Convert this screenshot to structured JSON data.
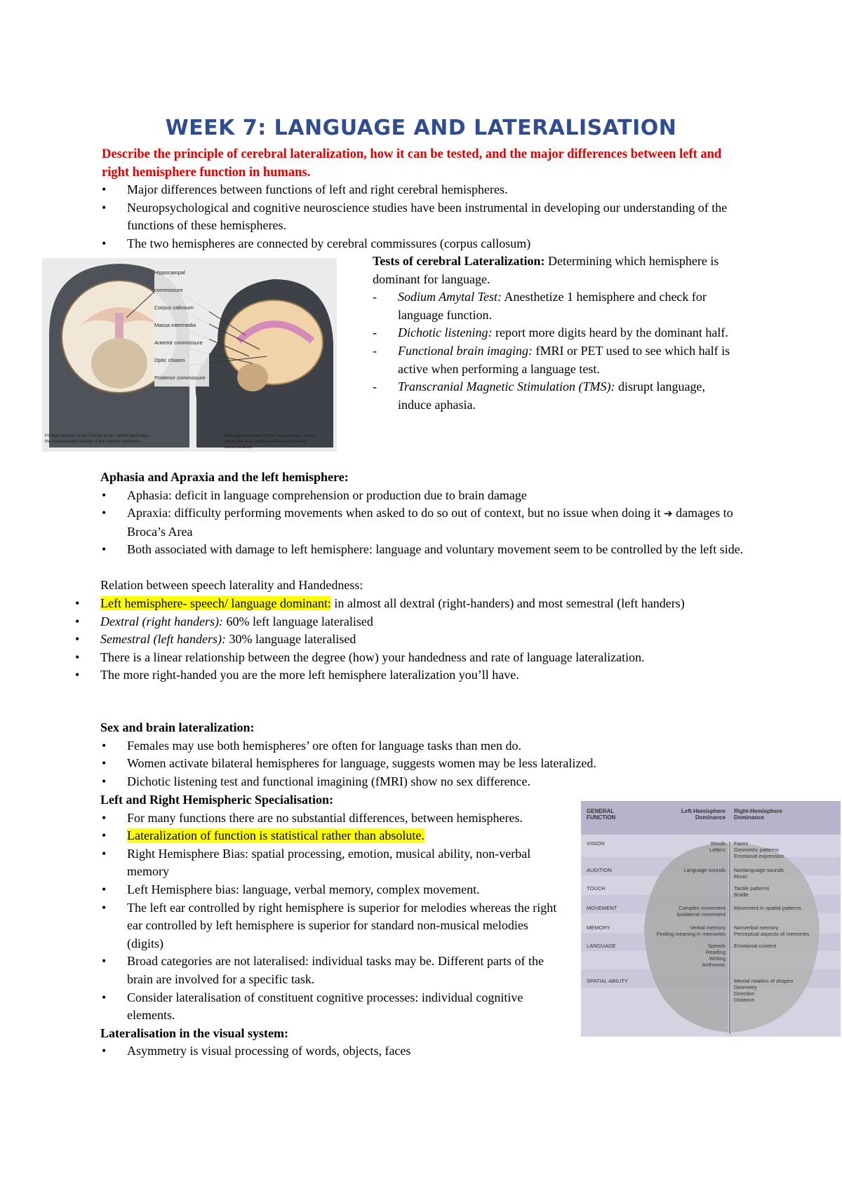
{
  "title": "WEEK 7: LANGUAGE AND LATERALISATION",
  "objective": "Describe the principle of cerebral lateralization, how it can be tested, and the major differences between left and right hemisphere function in humans.",
  "intro_bullets": [
    "Major differences between functions of left and right cerebral hemispheres.",
    "Neuropsychological and cognitive neuroscience studies have been instrumental in developing our understanding of the functions of these hemispheres.",
    "The two hemispheres are connected by cerebral commissures (corpus callosum)"
  ],
  "figure1": {
    "labels": [
      "Hippocampal commissure",
      "Corpus callosum",
      "Massa intermedia",
      "Anterior commissure",
      "Optic chiasm",
      "Posterior commissure"
    ],
    "caption_left": "Frontal section of the human brain, which illustrates the fundamental duality of the human forebrain.",
    "caption_right": "Midsagittal section of the human brain, which illustrates the corpus callosum and other commissures."
  },
  "tests": {
    "heading": "Tests of cerebral Lateralization:",
    "intro": "Determining which hemisphere is dominant for language.",
    "items": [
      {
        "term": "Sodium Amytal Test:",
        "text": "Anesthetize 1 hemisphere and check for language function."
      },
      {
        "term": "Dichotic listening:",
        "text": "report more digits heard by the dominant half."
      },
      {
        "term": "Functional brain imaging:",
        "text": "fMRI or PET used to see which half is active when performing a language test."
      },
      {
        "term": "Transcranial Magnetic Stimulation (TMS):",
        "text": "disrupt language, induce aphasia."
      }
    ]
  },
  "aphasia": {
    "heading": "Aphasia and Apraxia and the left hemisphere:",
    "b1": "Aphasia: deficit in language comprehension or production due to brain damage",
    "b2a": "Apraxia: difficulty performing movements when asked to do so out of context, but no issue when doing it",
    "arrow": "➔",
    "b2b": "damages to Broca’s Area",
    "b3": "Both associated with damage to left hemisphere: language and voluntary movement seem to be controlled by the left side."
  },
  "handedness": {
    "heading": "Relation between speech laterality and Handedness:",
    "b1_hl": "Left hemisphere- speech/ language dominant:",
    "b1_rest": "in almost all dextral (right-handers) and most semestral (left handers)",
    "b2_term": "Dextral (right handers):",
    "b2_rest": "60% left language lateralised",
    "b3_term": "Semestral (left handers):",
    "b3_rest": "30% language lateralised",
    "b4": "There is a linear relationship between the degree (how) your handedness and rate of language lateralization.",
    "b5": "The more right-handed you are the more left hemisphere lateralization you’ll have."
  },
  "sex": {
    "heading": "Sex and brain lateralization:",
    "items": [
      "Females may use both hemispheres’ ore often for language tasks than men do.",
      "Women activate bilateral hemispheres for language, suggests women may be less lateralized.",
      "Dichotic listening test and functional imagining (fMRI) show no sex difference."
    ]
  },
  "specialisation": {
    "heading": "Left and Right Hemispheric Specialisation:",
    "b1": "For many functions there are no substantial differences, between hemispheres.",
    "b2_hl": "Lateralization of function is statistical rather than absolute.",
    "b3": "Right Hemisphere Bias: spatial processing, emotion, musical ability, non-verbal memory",
    "b4": "Left Hemisphere bias: language, verbal memory, complex movement.",
    "b5": "The left ear controlled by right hemisphere is superior for melodies whereas the right ear controlled by left hemisphere is superior for standard non-musical melodies (digits)",
    "b6": "Broad categories are not lateralised: individual tasks may be. Different parts of the brain are involved for a specific task.",
    "b7": "Consider lateralisation of constituent cognitive processes: individual cognitive elements."
  },
  "visual": {
    "heading": "Lateralisation in the visual system:",
    "b1": "Asymmetry is visual processing of words, objects, faces"
  },
  "figure2": {
    "col1": "GENERAL FUNCTION",
    "col2": "Left-Hemisphere Dominance",
    "col3": "Right-Hemisphere Dominance",
    "rows": [
      {
        "fn": "VISION",
        "left": "Words\nLetters",
        "right": "Faces\nGeometric patterns\nEmotional expression"
      },
      {
        "fn": "AUDITION",
        "left": "Language sounds",
        "right": "Nonlanguage sounds\nMusic"
      },
      {
        "fn": "TOUCH",
        "left": "",
        "right": "Tactile patterns\nBraille"
      },
      {
        "fn": "MOVEMENT",
        "left": "Complex movement\nIpsilateral movement",
        "right": "Movement in spatial patterns"
      },
      {
        "fn": "MEMORY",
        "left": "Verbal memory\nFinding meaning in memories",
        "right": "Nonverbal memory\nPerceptual aspects of memories"
      },
      {
        "fn": "LANGUAGE",
        "left": "Speech\nReading\nWriting\nArithmetic",
        "right": "Emotional content"
      },
      {
        "fn": "SPATIAL ABILITY",
        "left": "",
        "right": "Mental rotation of shapes\nGeometry\nDirection\nDistance"
      }
    ],
    "colors": {
      "header": "#b9b2cb",
      "row": "#d6d2e1",
      "brain": "#a9a9a9"
    }
  }
}
